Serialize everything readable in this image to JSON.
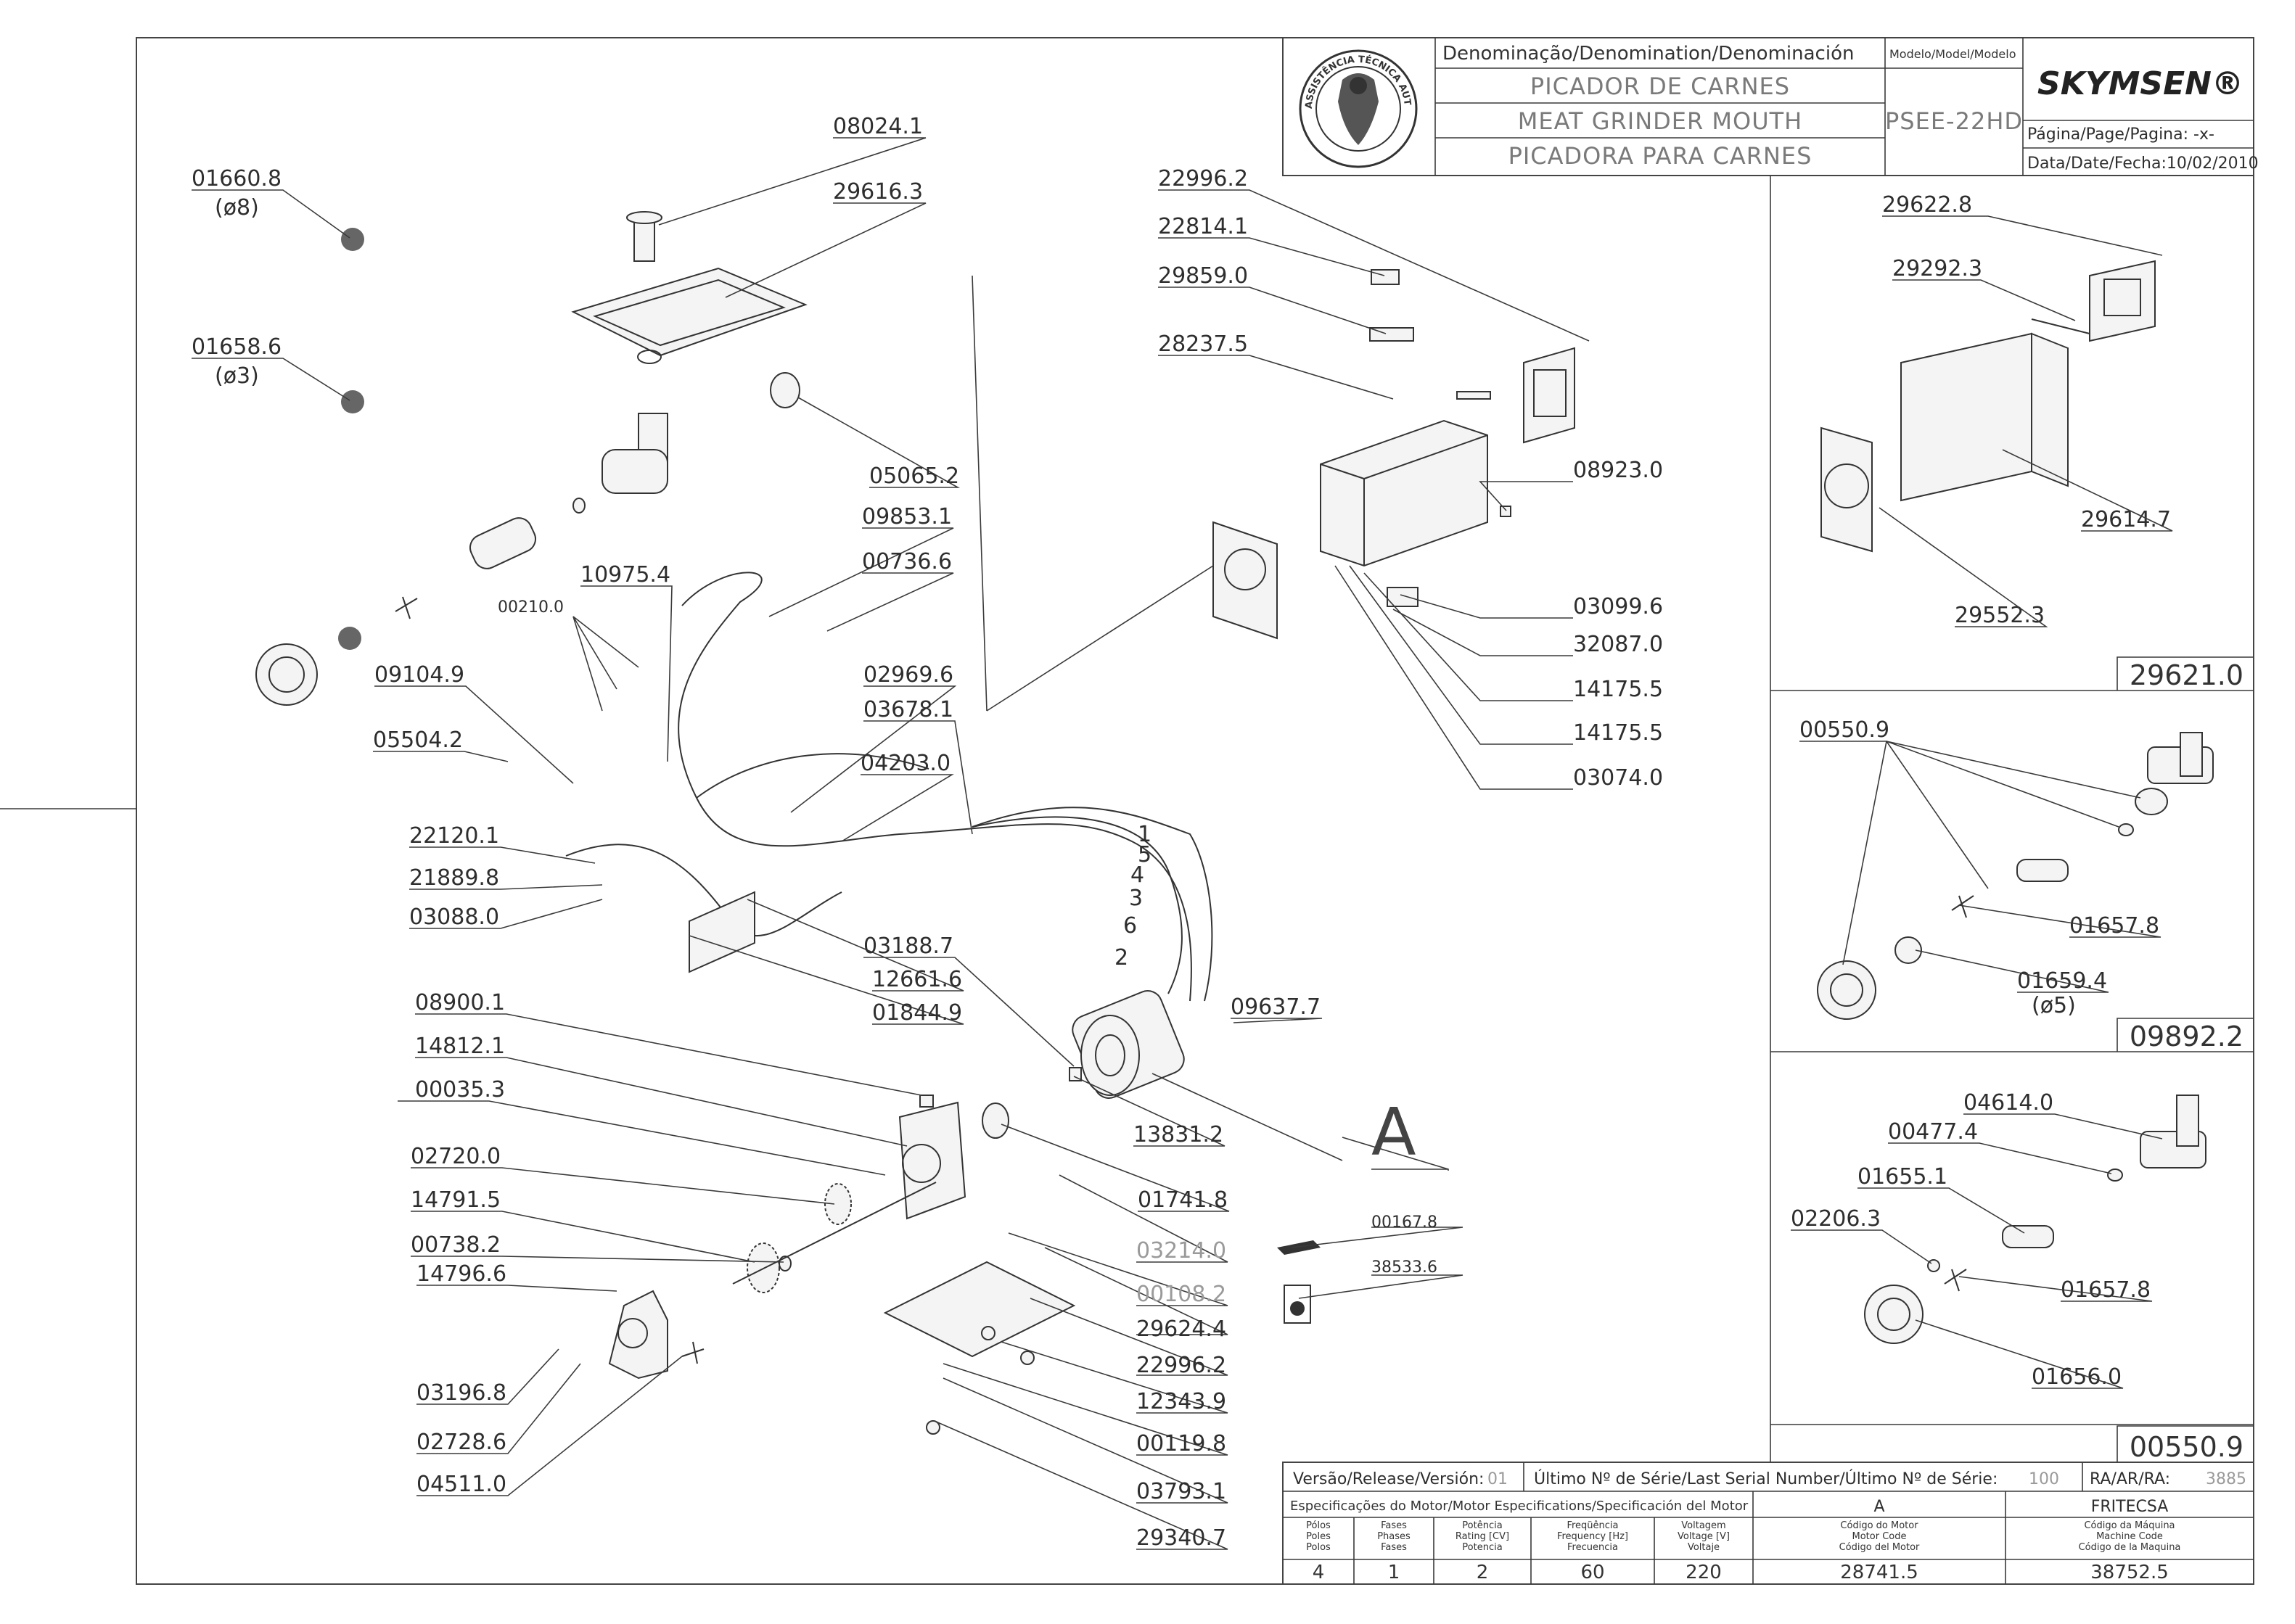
{
  "title_block": {
    "denomination_header": "Denominação/Denomination/Denominación",
    "title_pt": "PICADOR DE CARNES",
    "title_en": "MEAT GRINDER MOUTH",
    "title_es": "PICADORA PARA CARNES",
    "model_header": "Modelo/Model/Modelo",
    "model_value": "PSEE-22HD",
    "brand": "SKYMSEN®",
    "page_label": "Página/Page/Pagina: -x-",
    "date_label": "Data/Date/Fecha:10/02/2010",
    "seal_text": "ASSISTÊNCIA TÉCNICA AUTORIZADA"
  },
  "main_labels": [
    "08024.1",
    "29616.3",
    "01660.8",
    "(ø8)",
    "01658.6",
    "(ø3)",
    "05065.2",
    "09853.1",
    "00736.6",
    "10975.4",
    "00210.0",
    "09104.9",
    "02969.6",
    "03678.1",
    "05504.2",
    "04203.0",
    "22120.1",
    "21889.8",
    "03088.0",
    "03188.7",
    "12661.6",
    "01844.9",
    "08900.1",
    "14812.1",
    "00035.3",
    "02720.0",
    "14791.5",
    "00738.2",
    "14796.6",
    "03196.8",
    "02728.6",
    "04511.0",
    "09637.7",
    "13831.2",
    "01741.8",
    "03214.0",
    "00108.2",
    "29624.4",
    "22996.2",
    "12343.9",
    "00119.8",
    "03793.1",
    "29340.7",
    "00167.8",
    "38533.6",
    "22996.2",
    "22814.1",
    "29859.0",
    "28237.5",
    "08923.0",
    "03099.6",
    "32087.0",
    "14175.5",
    "14175.5",
    "03074.0",
    "A",
    "1",
    "5",
    "4",
    "3",
    "6",
    "2"
  ],
  "panel_top": {
    "labels": [
      "29622.8",
      "29292.3",
      "29614.7",
      "29552.3"
    ],
    "assembly": "29621.0"
  },
  "panel_mid": {
    "labels": [
      "00550.9",
      "01657.8",
      "01659.4",
      "(ø5)"
    ],
    "assembly": "09892.2"
  },
  "panel_bot": {
    "labels": [
      "04614.0",
      "00477.4",
      "01655.1",
      "02206.3",
      "01657.8",
      "01656.0"
    ],
    "assembly": "00550.9"
  },
  "footer": {
    "version_label": "Versão/Release/Versión:",
    "version_value": "01",
    "serial_label": "Último Nº de Série/Last Serial Number/Último Nº de Série:",
    "serial_value": "100",
    "ra_label": "RA/AR/RA:",
    "ra_value": "3885",
    "motor_spec_label": "Especificações do Motor/Motor Especifications/Specificación del Motor",
    "motor_code_letter": "A",
    "manufacturer": "FRITECSA",
    "col_poles": "Pólos\nPoles\nPolos",
    "col_phases": "Fases\nPhases\nFases",
    "col_power": "Potência\nRating [CV]\nPotencia",
    "col_freq": "Freqüência\nFrequency [Hz]\nFrecuencia",
    "col_voltage": "Voltagem\nVoltage [V]\nVoltaje",
    "col_motor_code": "Código do Motor\nMotor Code\nCódigo del Motor",
    "col_machine_code": "Código da Máquina\nMachine Code\nCódigo de la Maquina",
    "poles": "4",
    "phases": "1",
    "power": "2",
    "frequency": "60",
    "voltage": "220",
    "motor_code": "28741.5",
    "machine_code": "38752.5"
  }
}
